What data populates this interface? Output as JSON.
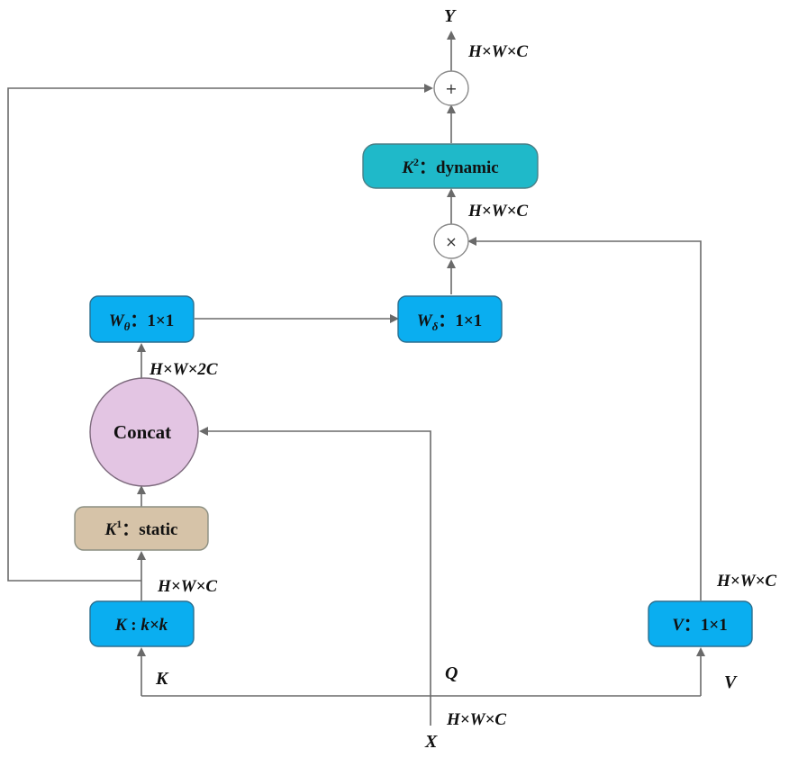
{
  "colors": {
    "blue_box": "#0aaef0",
    "teal_box": "#1fb9c9",
    "tan_box": "#d6c3a8",
    "concat_fill": "#e3c5e3",
    "line": "#6a6a6a"
  },
  "nodes": {
    "output": "Y",
    "input": "X",
    "key": "K",
    "query": "Q",
    "value": "V"
  },
  "operators": {
    "add": "+",
    "multiply": "×"
  },
  "boxes": {
    "k_conv": {
      "main": "K",
      "sep": " : ",
      "rest": "k×k"
    },
    "k1_static": {
      "main": "K",
      "sup": "1",
      "rest": "：static"
    },
    "concat": "Concat",
    "w_theta": {
      "main": "W",
      "sub": "θ",
      "rest": "：1×1"
    },
    "w_delta": {
      "main": "W",
      "sub": "δ",
      "rest": "：1×1"
    },
    "k2_dynamic": {
      "main": "K",
      "sup": "2",
      "rest": "：dynamic"
    },
    "v_conv": {
      "main": "V",
      "rest": "：1×1"
    }
  },
  "dims": {
    "top": "H×W×C",
    "after_multiply": "H×W×C",
    "concat_out": "H×W×2C",
    "k_out": "H×W×C",
    "v_out": "H×W×C",
    "x_in": "H×W×C"
  }
}
